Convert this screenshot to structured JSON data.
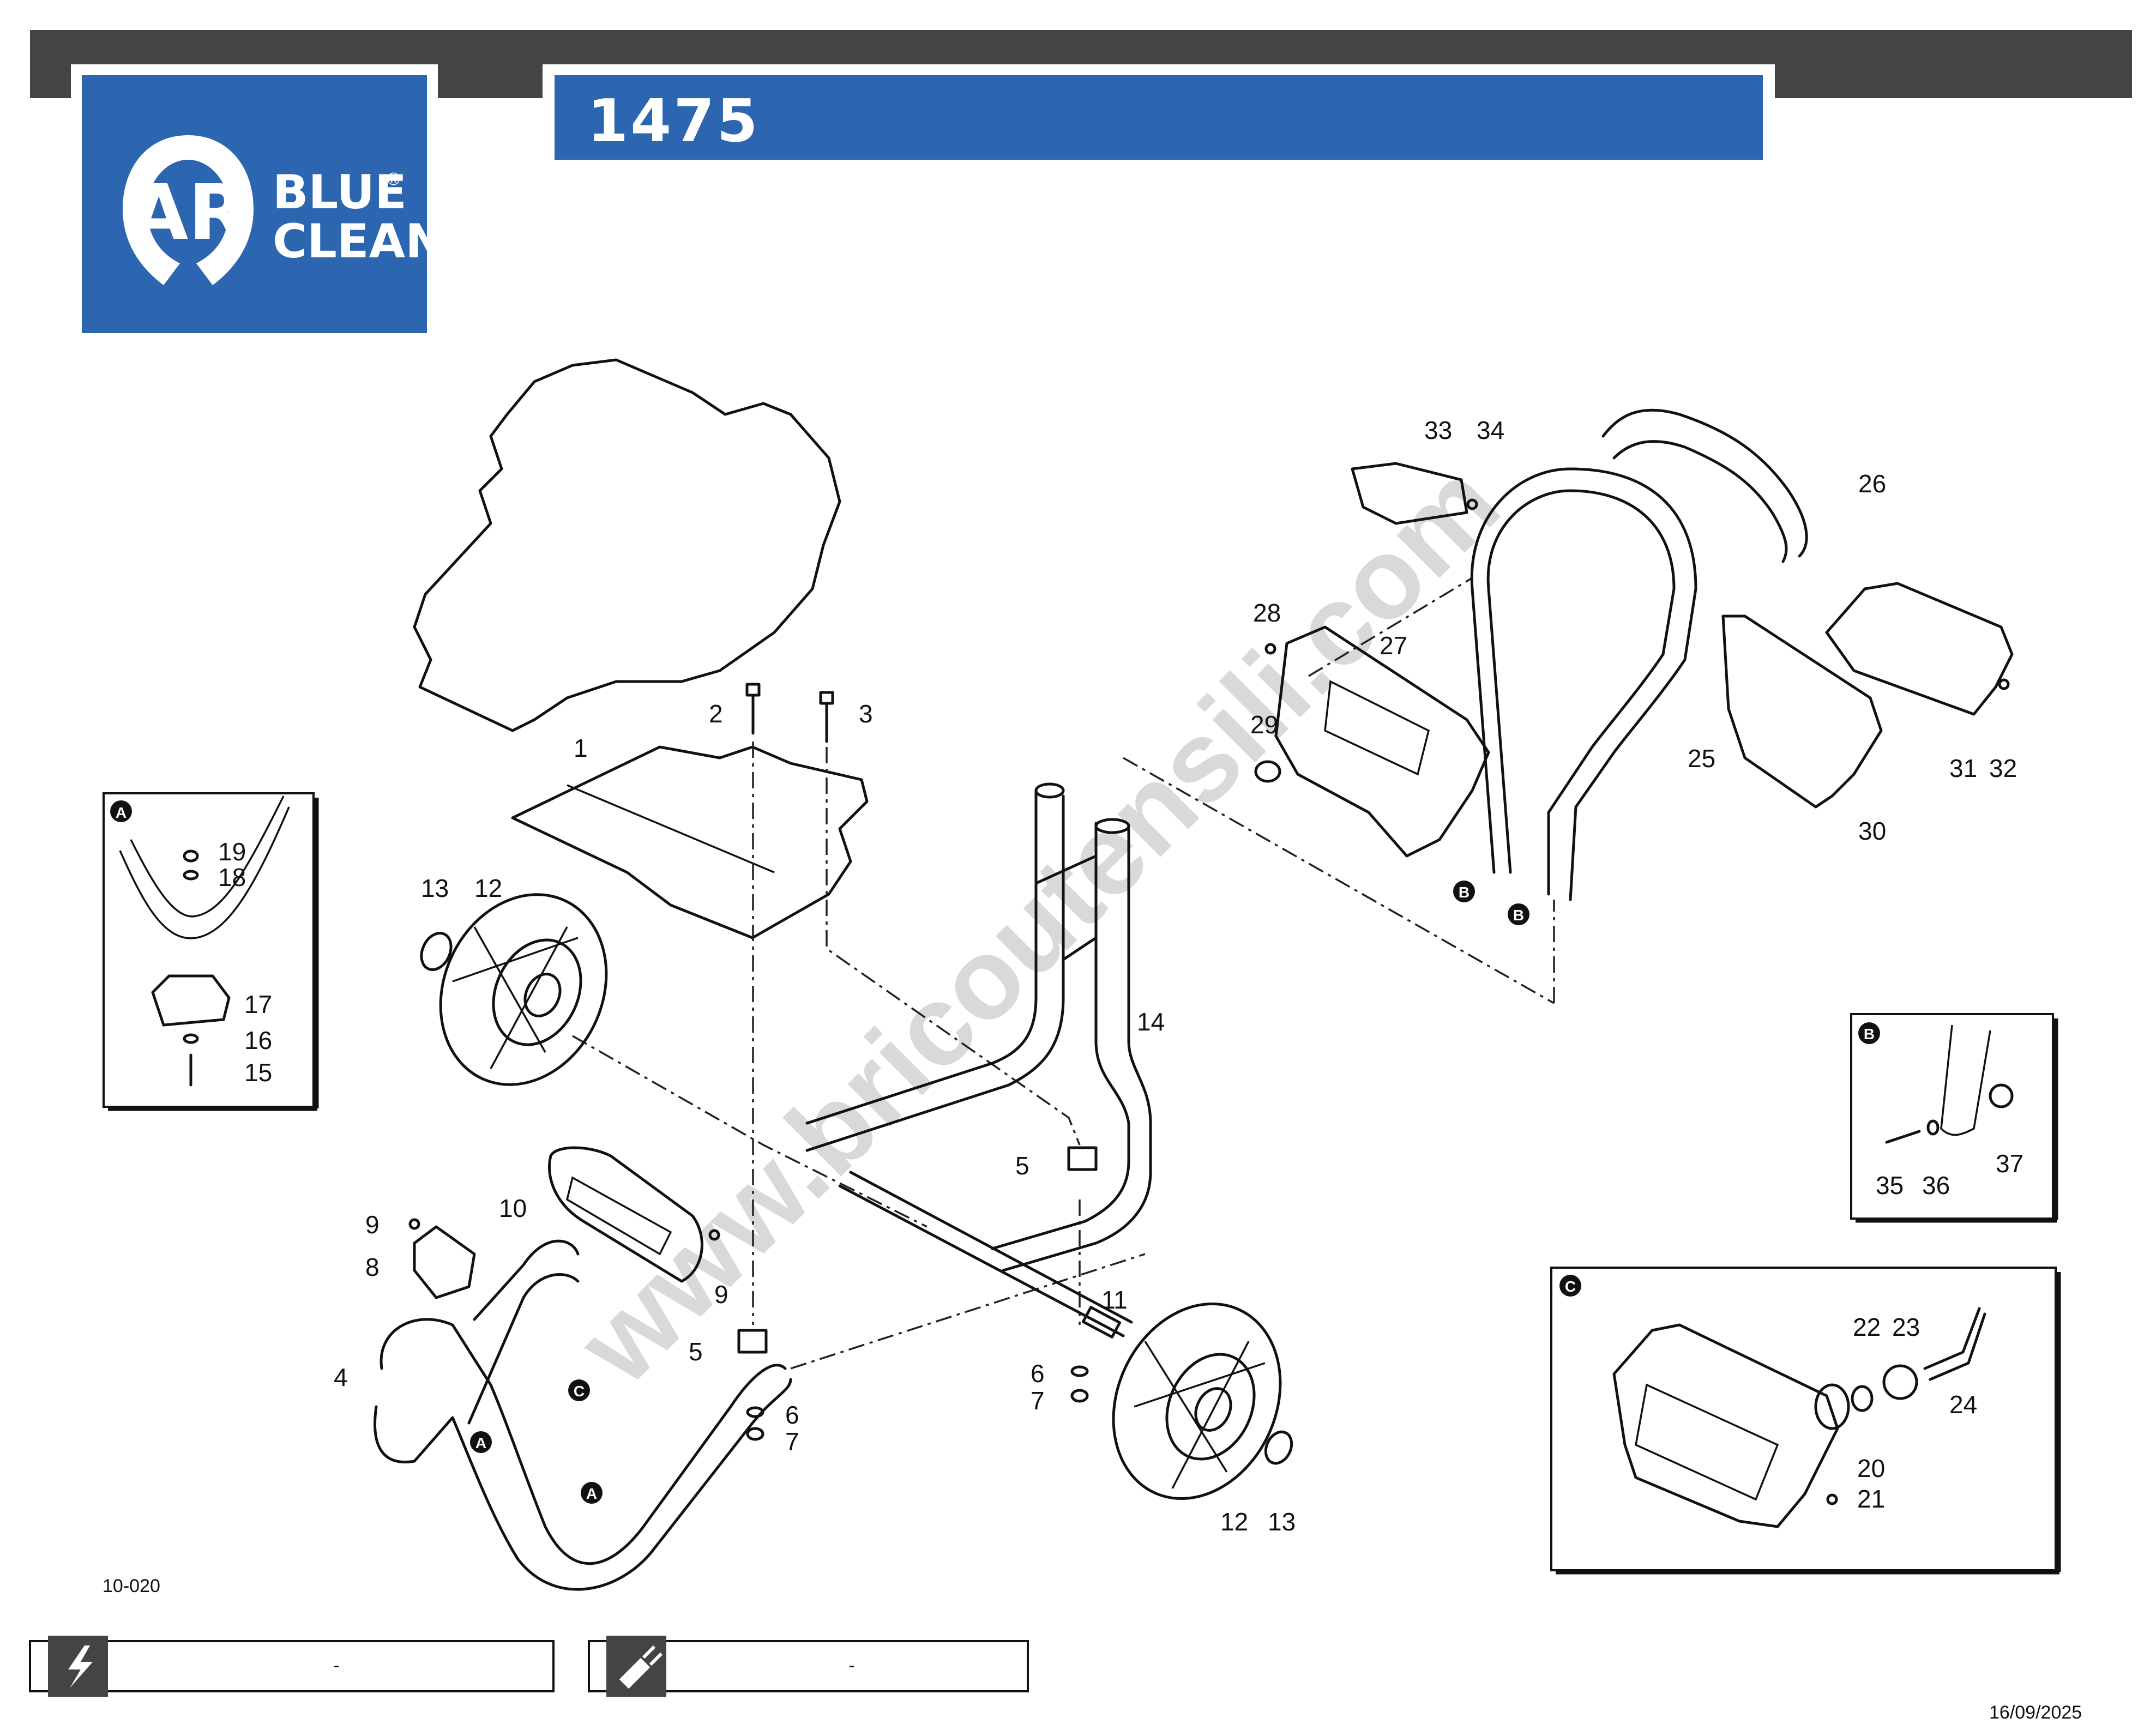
{
  "header": {
    "model_title": "1475",
    "brand_line1": "BLUE",
    "brand_line2": "CLEAN",
    "brand_reg": "®",
    "logo_mark": "AR"
  },
  "watermark": "www.bricoutensili.com",
  "drawing_code": "10-020",
  "date": "16/09/2025",
  "footer": {
    "electric_value": "-",
    "engine_value": "-",
    "icons": [
      "lightning-icon",
      "plug-icon"
    ]
  },
  "callouts": {
    "c1": "1",
    "c2": "2",
    "c3": "3",
    "c4": "4",
    "c5a": "5",
    "c5b": "5",
    "c6a": "6",
    "c6b": "6",
    "c7a": "7",
    "c7b": "7",
    "c8": "8",
    "c9a": "9",
    "c9b": "9",
    "c10": "10",
    "c11": "11",
    "c12a": "12",
    "c12b": "12",
    "c13a": "13",
    "c13b": "13",
    "c14": "14",
    "c15": "15",
    "c16": "16",
    "c17": "17",
    "c18": "18",
    "c19": "19",
    "c20": "20",
    "c21": "21",
    "c22": "22",
    "c23": "23",
    "c24": "24",
    "c25": "25",
    "c26": "26",
    "c27": "27",
    "c28": "28",
    "c29": "29",
    "c30": "30",
    "c31": "31",
    "c32": "32",
    "c33": "33",
    "c34": "34",
    "c35": "35",
    "c36": "36",
    "c37": "37"
  },
  "detail_markers": {
    "a": "A",
    "b": "B",
    "c": "C"
  },
  "colors": {
    "brand_blue": "#2c66b0",
    "header_gray": "#444444"
  }
}
